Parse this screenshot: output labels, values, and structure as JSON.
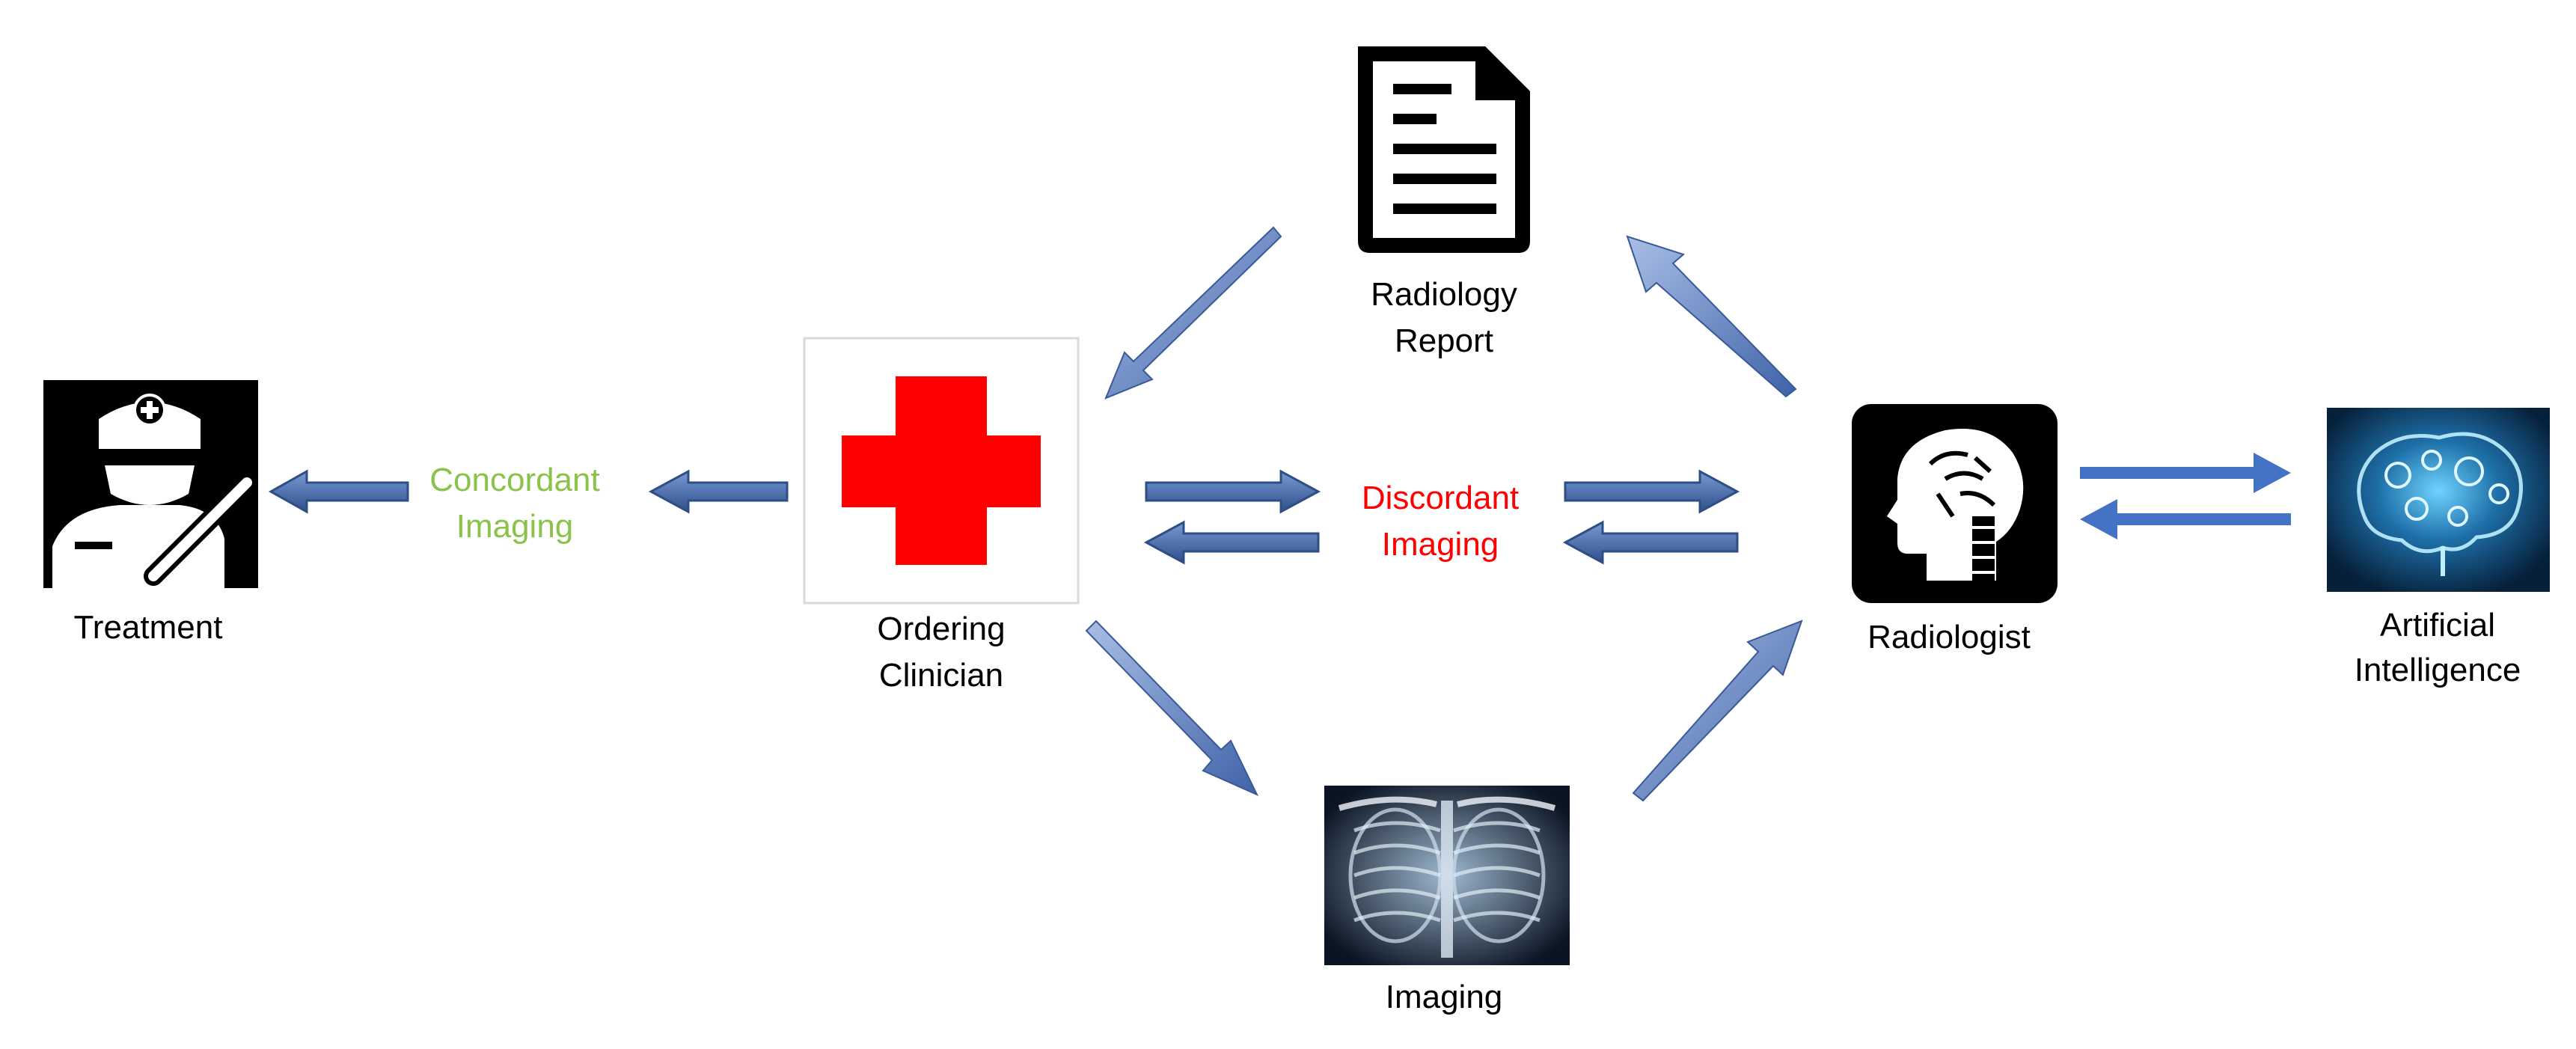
{
  "nodes": {
    "treatment": {
      "label": "Treatment",
      "icon": "surgeon-icon"
    },
    "ordering_clinician": {
      "line1": "Ordering",
      "line2": "Clinician",
      "icon": "red-cross-icon"
    },
    "radiology_report": {
      "line1": "Radiology",
      "line2": "Report",
      "icon": "document-icon"
    },
    "imaging": {
      "label": "Imaging",
      "icon": "chest-xray-icon"
    },
    "radiologist": {
      "label": "Radiologist",
      "icon": "brain-head-icon"
    },
    "artificial_intelligence": {
      "line1": "Artificial",
      "line2": "Intelligence",
      "icon": "ai-brain-icon"
    }
  },
  "flow_labels": {
    "concordant": {
      "line1": "Concordant",
      "line2": "Imaging"
    },
    "discordant": {
      "line1": "Discordant",
      "line2": "Imaging"
    }
  },
  "colors": {
    "concordant": "#8BC34A",
    "discordant": "#FF0000",
    "red_cross": "#FF0000",
    "arrow_fill": "#5B7DBE",
    "arrow_stroke": "#2E4E86",
    "ai_arrow": "#4472C4",
    "icon_black": "#000000",
    "ai_background": "#0B2A4A"
  }
}
